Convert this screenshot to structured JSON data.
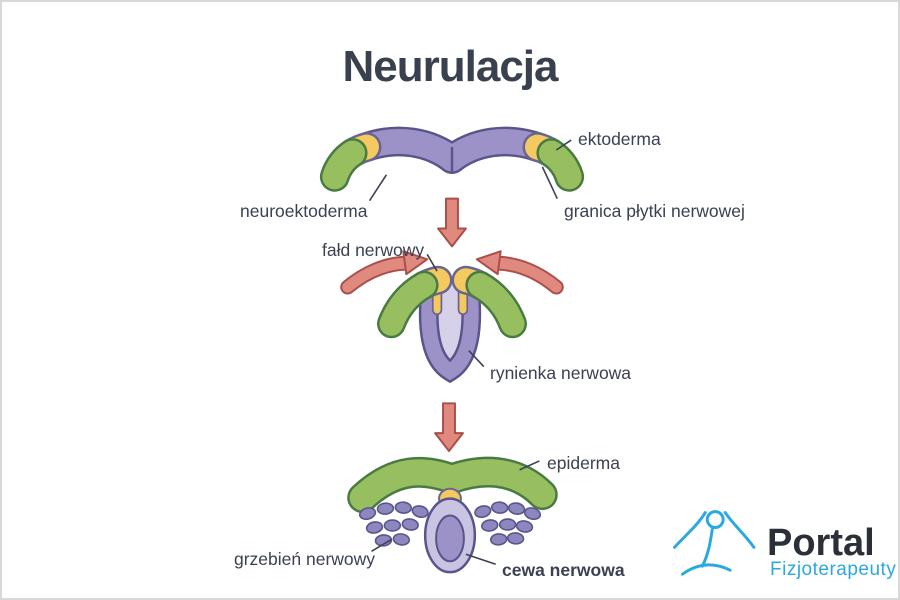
{
  "title": "Neurulacja",
  "labels": {
    "ektoderma": "ektoderma",
    "neuroektoderma": "neuroektoderma",
    "granica": "granica płytki nerwowej",
    "fald": "fałd nerwowy",
    "rynienka": "rynienka nerwowa",
    "epiderma": "epiderma",
    "grzebien": "grzebień nerwowy",
    "cewa": "cewa nerwowa"
  },
  "logo": {
    "title": "Portal",
    "subtitle": "Fizjoterapeuty"
  },
  "colors": {
    "green": "#97bf60",
    "green_dark": "#4a7a43",
    "yellow": "#f3c960",
    "yellow_dark": "#6a6590",
    "purple": "#9c92c8",
    "indigo": "#59558b",
    "purple_light": "#c9c4e1",
    "cavity": "#d6d1e8",
    "crest": "#8d87c0",
    "salmon": "#e0897e",
    "salmon_dark": "#aa4f49",
    "text": "#3b4152",
    "title": "#39404e",
    "logo_blue": "#2aa9e0"
  }
}
